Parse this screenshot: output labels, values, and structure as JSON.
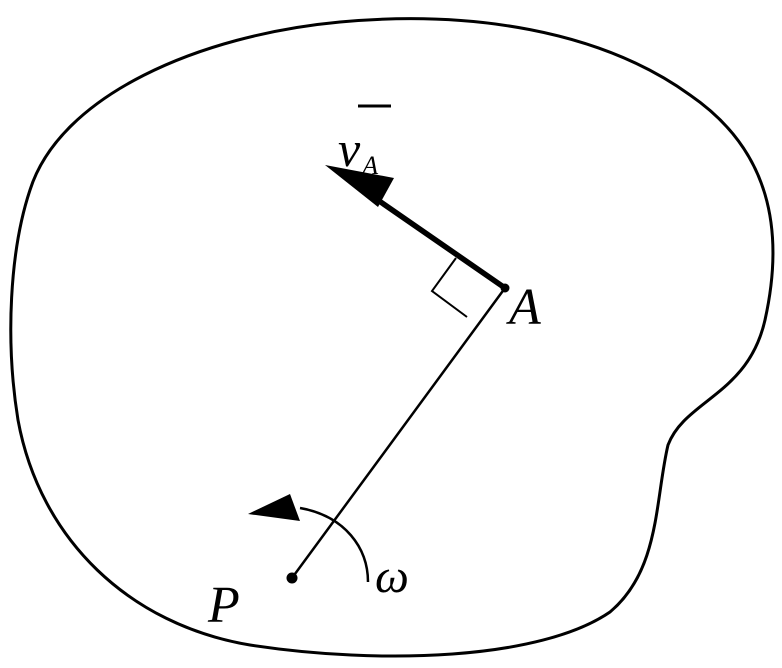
{
  "diagram": {
    "labels": {
      "velocity_symbol": "v",
      "velocity_subscript": "A",
      "point_a": "A",
      "point_p": "P",
      "angular_velocity": "ω"
    },
    "colors": {
      "stroke": "#000000",
      "background": "#ffffff"
    },
    "icons": {
      "right_angle": "right-angle-marker",
      "rotation": "counterclockwise-arrow"
    }
  }
}
